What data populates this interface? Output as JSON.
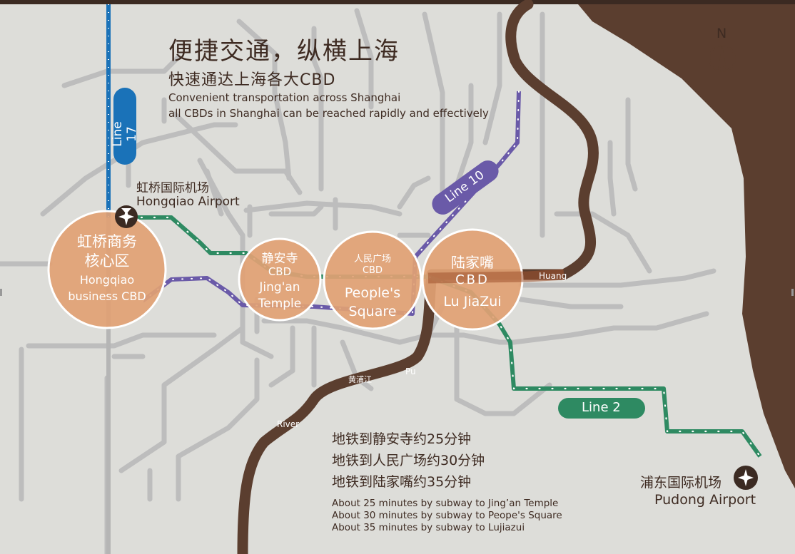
{
  "title_cn": "便捷交通，纵横上海",
  "subtitle_cn": "快速通达上海各大CBD",
  "subtitle_en_1": "Convenient transportation across Shanghai",
  "subtitle_en_2": "all CBDs in Shanghai can be reached rapidly and effectively",
  "compass": "N",
  "lines": {
    "line17": "Line 17",
    "line10": "Line 10",
    "line2": "Line 2"
  },
  "river": {
    "huang": "Huang",
    "pu": "Pu",
    "river": "River",
    "cn": "黄浦江"
  },
  "airports": {
    "hongqiao_cn": "虹桥国际机场",
    "hongqiao_en": "Hongqiao Airport",
    "pudong_cn": "浦东国际机场",
    "pudong_en": "Pudong Airport"
  },
  "cbds": {
    "hongqiao": {
      "cn1": "虹桥商务",
      "cn2": "核心区",
      "en1": "Hongqiao",
      "en2": "business CBD"
    },
    "jingan": {
      "cn1": "静安寺",
      "cn2": "CBD",
      "en1": "Jing'an",
      "en2": "Temple"
    },
    "peoples": {
      "cn1": "人民广场",
      "cn2": "CBD",
      "en1": "People's",
      "en2": "Square"
    },
    "lujiazui": {
      "cn1": "陆家嘴",
      "cn2": "CBD",
      "en1": "Lu JiaZui"
    }
  },
  "travel_times_cn": [
    "地铁到静安寺约25分钟",
    "地铁到人民广场约30分钟",
    "地铁到陆家嘴约35分钟"
  ],
  "travel_times_en": [
    "About 25 minutes by subway to Jing’an Temple",
    "About 30 minutes by subway to Peope's Square",
    "About 35 minutes by subway to Lujiazui"
  ],
  "colors": {
    "background": "#ddddd9",
    "brown": "#5b3e2f",
    "line17_blue": "#1a72b8",
    "line10_purple": "#6a5aa8",
    "line2_green": "#2e8a62",
    "cbd_orange": "#e1a174",
    "grey_lines": "#bcbcbc"
  }
}
